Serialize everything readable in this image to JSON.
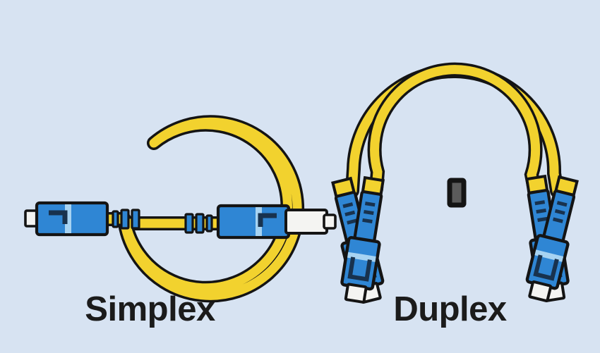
{
  "illustration": {
    "title_simplex": "Simplex",
    "title_duplex": "Duplex",
    "background_color": "#d7e3f2",
    "colors": {
      "background": "#d7e3f2",
      "cable_yellow": "#f2d22e",
      "outline_black": "#141414",
      "connector_blue": "#2f86d4",
      "connector_blue_highlight": "#a7d3f2",
      "ferrule_white": "#f4f4f2",
      "clip_gray": "#5b5b5b",
      "caption_text": "#1b1b1b"
    }
  },
  "simplex": {
    "label": "Simplex",
    "description": "Simplex fiber optic patch cable with a single yellow jacket coiled in one loop and one SC connector at each end",
    "cable_count": 1,
    "connector_count": 2,
    "connector_type": "SC",
    "left_connector": {
      "name": "left-sc-connector",
      "ferrule_tip": "white",
      "body_color": "#2f86d4",
      "boot": "ribbed-strain-relief"
    },
    "right_connector": {
      "name": "right-sc-connector",
      "ferrule_tip": "white",
      "body_color": "#2f86d4",
      "boot": "white-strain-relief"
    }
  },
  "duplex": {
    "label": "Duplex",
    "description": "Duplex fiber optic patch cable with two yellow jackets coiled together, joined by a clip, with two SC connectors at each end",
    "cable_count": 2,
    "connector_count": 4,
    "connector_type": "SC",
    "clip": {
      "name": "duplex-cable-clip",
      "color": "#5b5b5b"
    },
    "left_connectors": [
      {
        "name": "duplex-left-connector-a",
        "ferrule_tip": "white",
        "body_color": "#2f86d4"
      },
      {
        "name": "duplex-left-connector-b",
        "ferrule_tip": "white",
        "body_color": "#2f86d4"
      }
    ],
    "right_connectors": [
      {
        "name": "duplex-right-connector-a",
        "ferrule_tip": "white",
        "body_color": "#2f86d4"
      },
      {
        "name": "duplex-right-connector-b",
        "ferrule_tip": "white",
        "body_color": "#2f86d4"
      }
    ]
  }
}
